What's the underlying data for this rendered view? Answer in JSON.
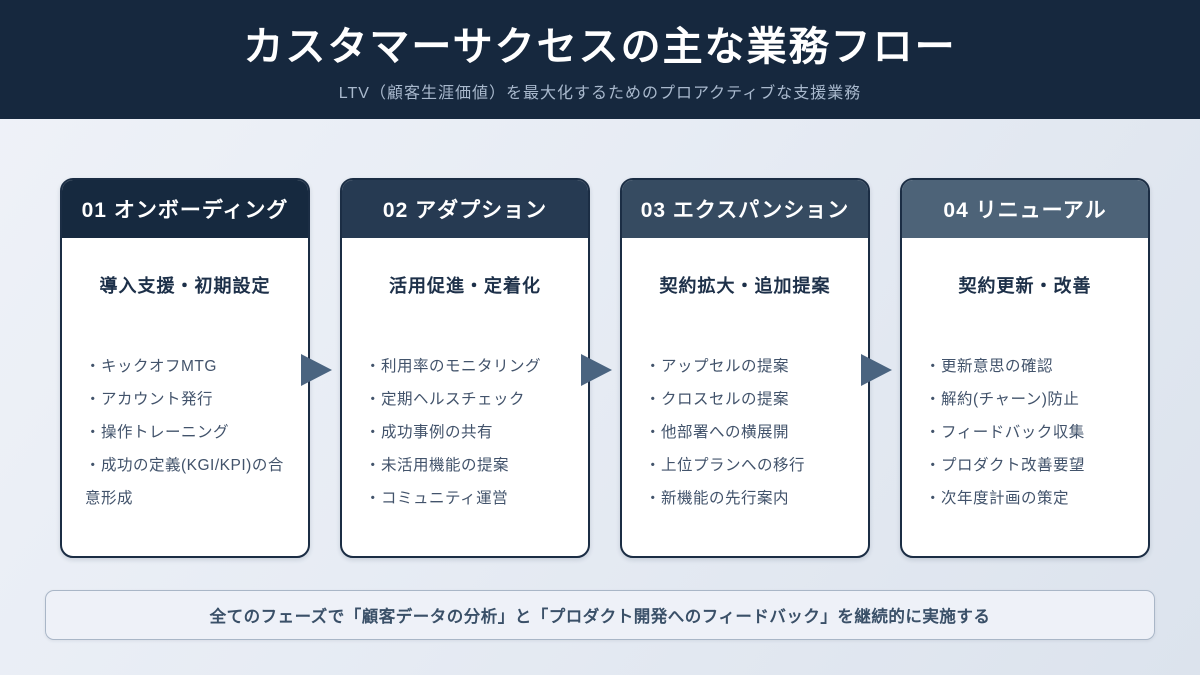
{
  "header": {
    "title": "カスタマーサクセスの主な業務フロー",
    "subtitle": "LTV（顧客生涯価値）を最大化するためのプロアクティブな支援業務"
  },
  "phases": [
    {
      "label": "01 オンボーディング",
      "subtitle": "導入支援・初期設定",
      "header_color": "#16293f",
      "items": [
        "・キックオフMTG",
        "・アカウント発行",
        "・操作トレーニング",
        "・成功の定義(KGI/KPI)の合意形成"
      ]
    },
    {
      "label": "02 アダプション",
      "subtitle": "活用促進・定着化",
      "header_color": "#263a52",
      "items": [
        "・利用率のモニタリング",
        "・定期ヘルスチェック",
        "・成功事例の共有",
        "・未活用機能の提案",
        "・コミュニティ運営"
      ]
    },
    {
      "label": "03 エクスパンション",
      "subtitle": "契約拡大・追加提案",
      "header_color": "#364b61",
      "items": [
        "・アップセルの提案",
        "・クロスセルの提案",
        "・他部署への横展開",
        "・上位プランへの移行",
        "・新機能の先行案内"
      ]
    },
    {
      "label": "04 リニューアル",
      "subtitle": "契約更新・改善",
      "header_color": "#4d6378",
      "items": [
        "・更新意思の確認",
        "・解約(チャーン)防止",
        "・フィードバック収集",
        "・プロダクト改善要望",
        "・次年度計画の策定"
      ]
    }
  ],
  "footer": {
    "note": "全てのフェーズで「顧客データの分析」と「プロダクト開発へのフィードバック」を継続的に実施する"
  },
  "colors": {
    "banner_background": "#16283e",
    "card_border": "#1b2d44",
    "arrow": "#4a6480",
    "body_text": "#42536b"
  }
}
